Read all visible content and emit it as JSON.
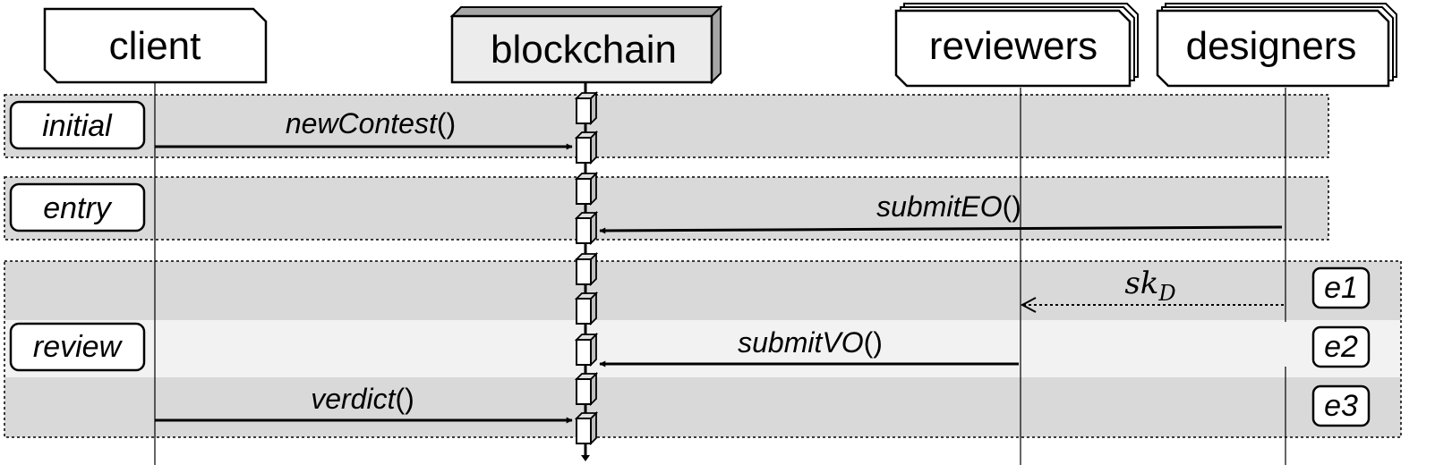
{
  "actors": {
    "client": "client",
    "blockchain": "blockchain",
    "reviewers": "reviewers",
    "designers": "designers"
  },
  "phases": {
    "initial": "initial",
    "entry": "entry",
    "review": "review"
  },
  "messages": {
    "new_contest": {
      "name": "newContest",
      "parens": "()"
    },
    "submit_eo": {
      "name": "submitEO",
      "parens": "()"
    },
    "sk_d": {
      "base": "sk",
      "subscript": "D"
    },
    "submit_vo": {
      "name": "submitVO",
      "parens": "()"
    },
    "verdict": {
      "name": "verdict",
      "parens": "()"
    }
  },
  "events": {
    "e1": "e1",
    "e2": "e2",
    "e3": "e3"
  },
  "colors": {
    "band_dark": "#d9d9d9",
    "band_light": "#f2f2f2",
    "blockchain_fill": "#ececec",
    "blockchain_top": "#a6a6a6",
    "line": "#000000"
  }
}
